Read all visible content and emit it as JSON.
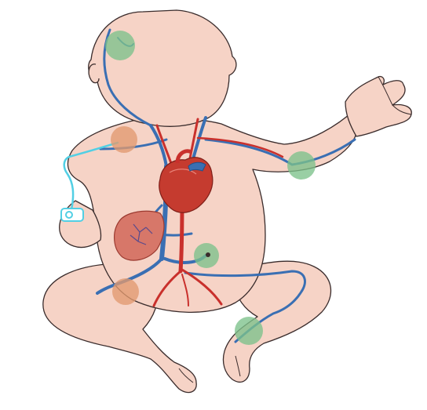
{
  "colors": {
    "background": "#ffffff",
    "skin": "#f6d3c6",
    "skin_outline": "#3a2c2c",
    "vein": "#3a6fb3",
    "artery": "#c9302c",
    "heart": "#c53b2f",
    "liver": "#d77769",
    "catheter_line": "#52cfe4",
    "green_site": "#7cc28a",
    "orange_site": "#e29a6f"
  },
  "icons": {
    "catheter_connector": "catheter-connector-icon"
  },
  "sites": {
    "green": [
      "head",
      "left-arm",
      "abdomen",
      "lower-leg"
    ],
    "orange": [
      "upper-chest",
      "groin"
    ]
  }
}
